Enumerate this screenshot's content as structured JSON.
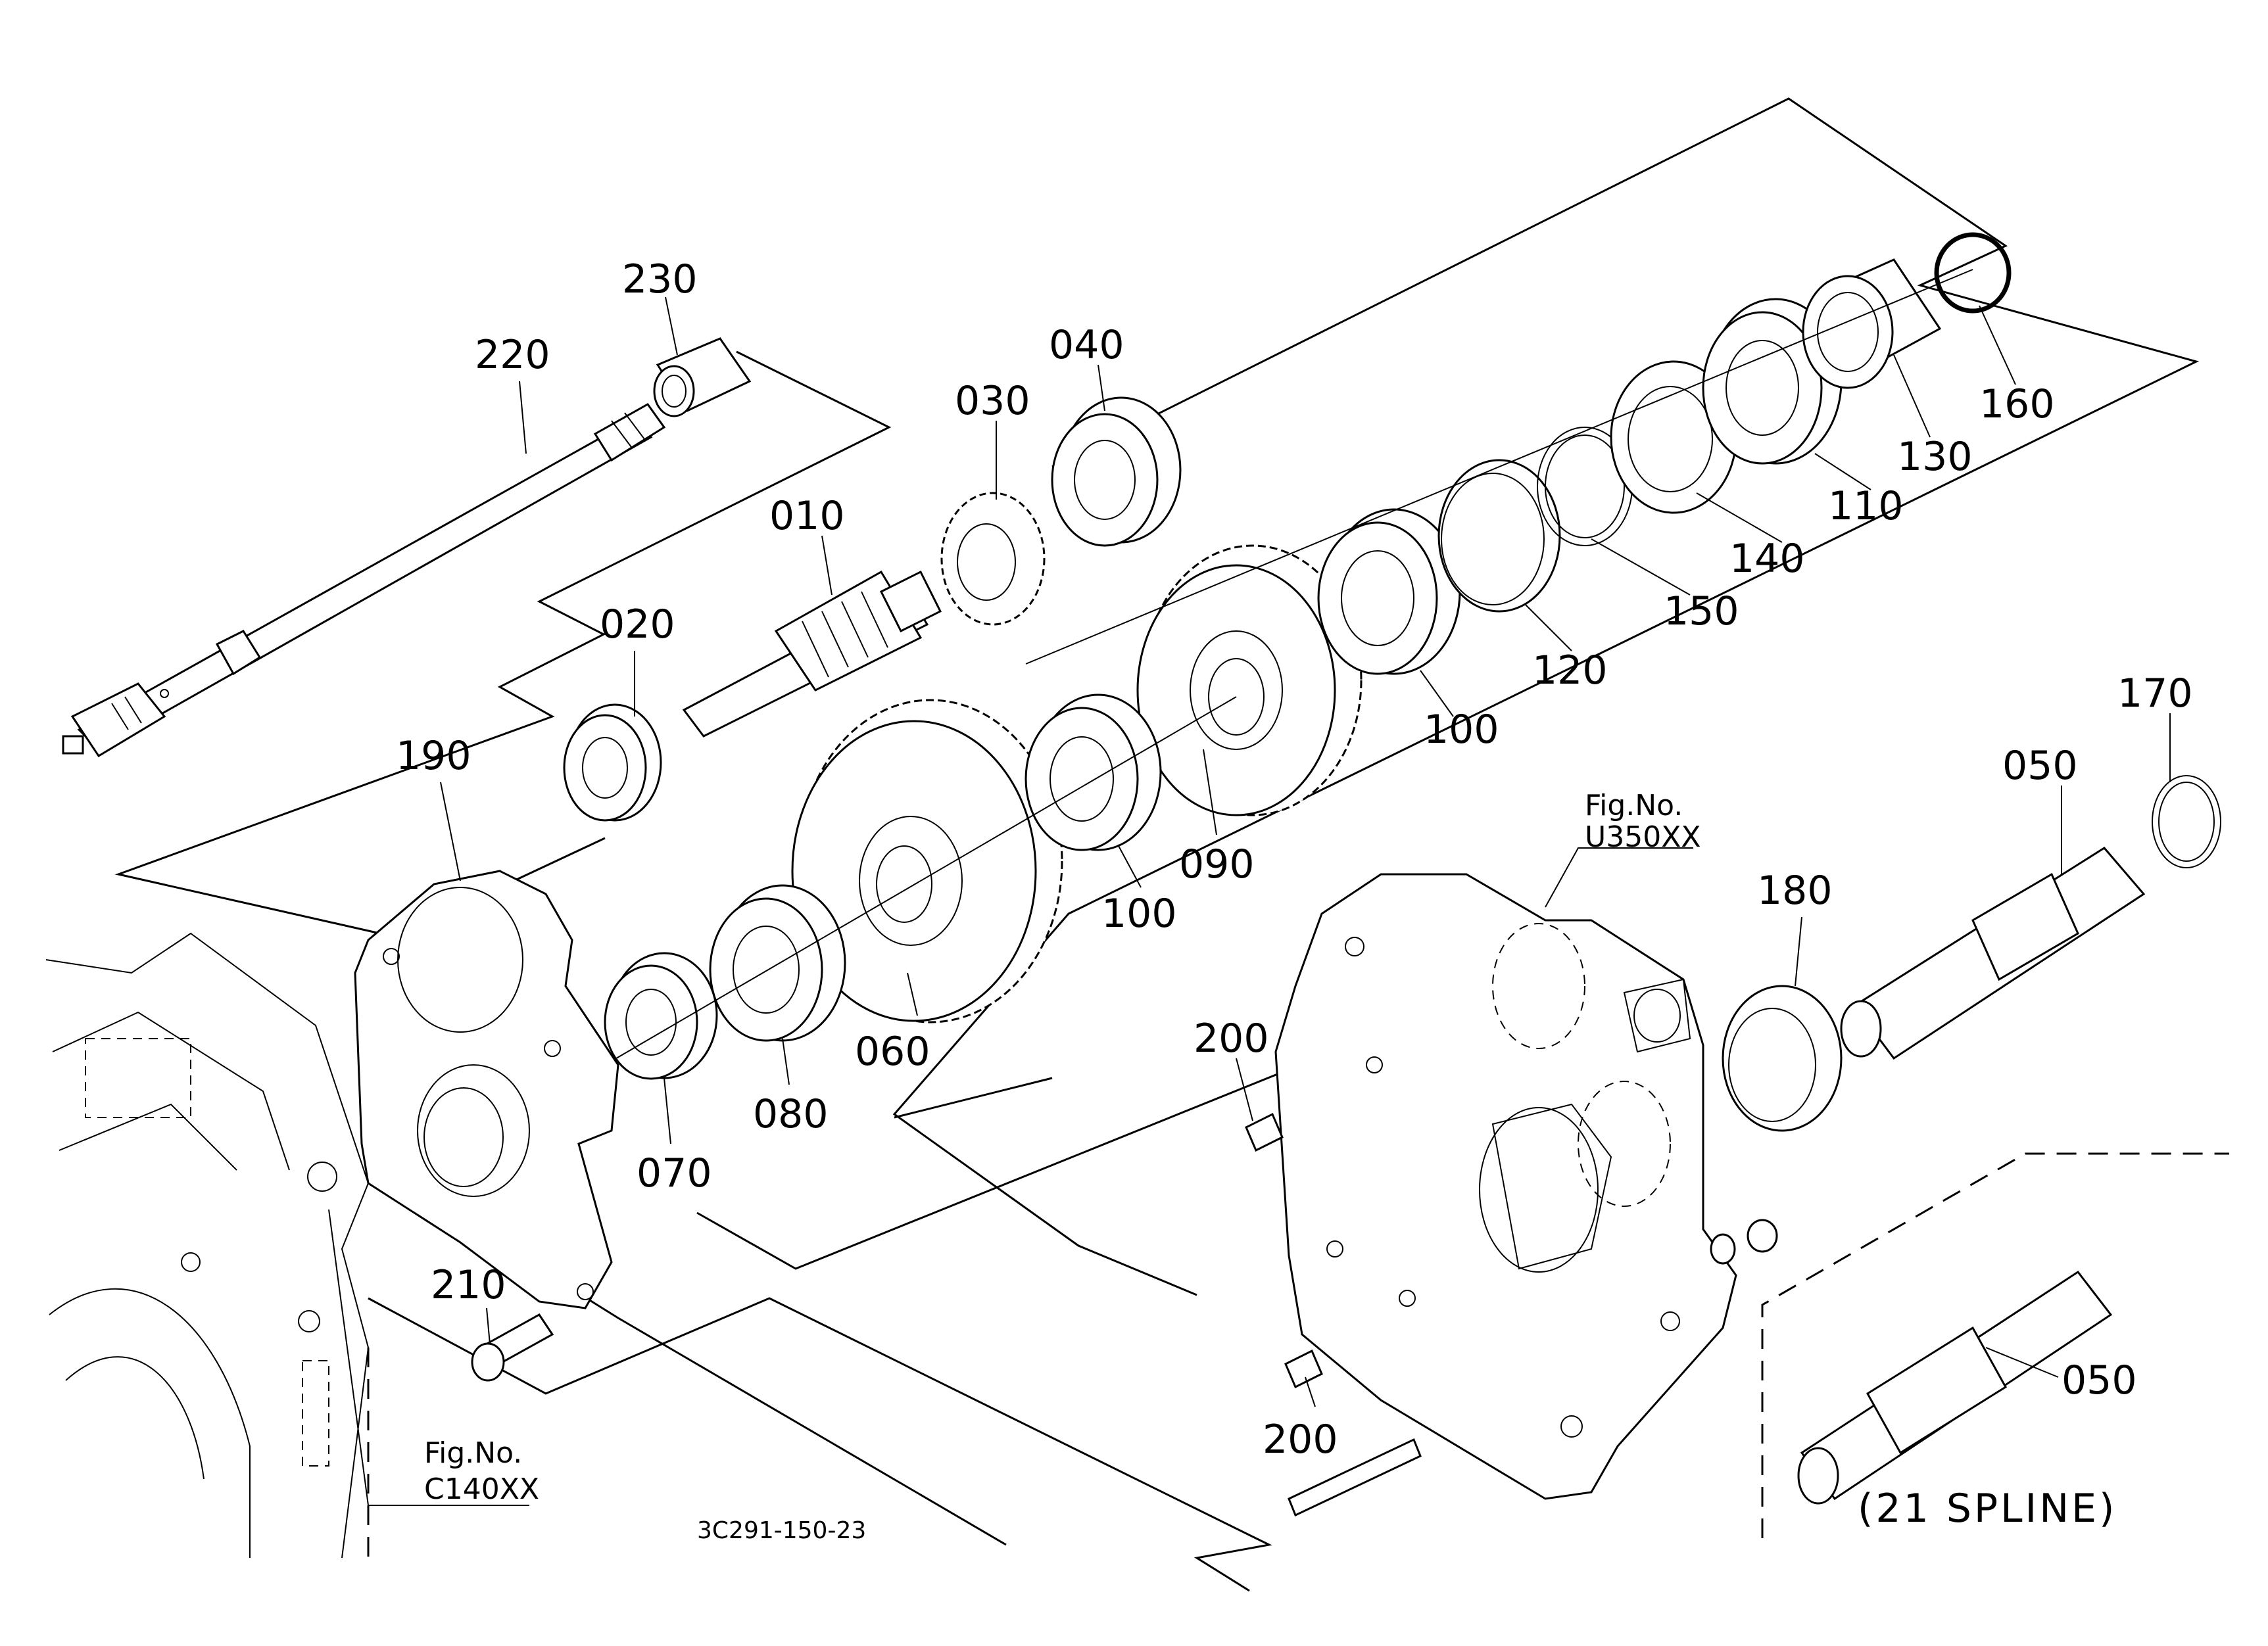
{
  "parts": {
    "p010": "010",
    "p020": "020",
    "p030": "030",
    "p040": "040",
    "p050a": "050",
    "p050b": "050",
    "p060": "060",
    "p070": "070",
    "p080": "080",
    "p090": "090",
    "p100a": "100",
    "p100b": "100",
    "p110": "110",
    "p120": "120",
    "p130": "130",
    "p140": "140",
    "p150": "150",
    "p160": "160",
    "p170": "170",
    "p180": "180",
    "p190": "190",
    "p200a": "200",
    "p200b": "200",
    "p210": "210",
    "p220": "220",
    "p230": "230"
  },
  "references": {
    "u350_fig": "Fig.No.",
    "u350_code": "U350XX",
    "c140_fig": "Fig.No.",
    "c140_code": "C140XX"
  },
  "drawing_code": "3C291-150-23",
  "inset_caption": "(21 SPLINE)"
}
